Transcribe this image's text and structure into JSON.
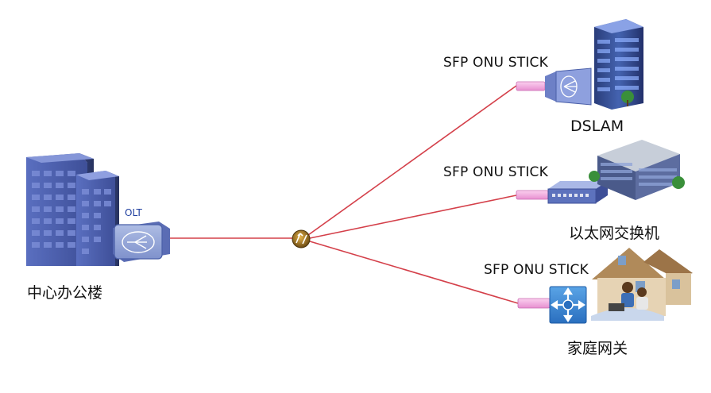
{
  "nodes": {
    "central_office": {
      "label": "中心办公楼"
    },
    "olt": {
      "label": "OLT"
    },
    "dslam": {
      "label": "DSLAM",
      "stick_label": "SFP ONU STICK"
    },
    "ethernet_switch": {
      "label": "以太网交换机",
      "stick_label": "SFP ONU STICK"
    },
    "home_gateway": {
      "label": "家庭网关",
      "stick_label": "SFP ONU STICK"
    }
  },
  "colors": {
    "fiber_line": "#d4404a",
    "building_blue": "#4a5fa8",
    "sfp_stick": "#f3a6df",
    "splitter": "#6b4a12"
  },
  "icons": {
    "splitter": "splitter-icon",
    "olt_device": "olt-device-icon",
    "building": "office-building-icon",
    "dslam_device": "dslam-device-icon",
    "switch_device": "ethernet-switch-icon",
    "gateway_device": "home-gateway-icon",
    "house": "house-icon",
    "tower": "tower-building-icon",
    "low_building": "low-building-icon"
  }
}
